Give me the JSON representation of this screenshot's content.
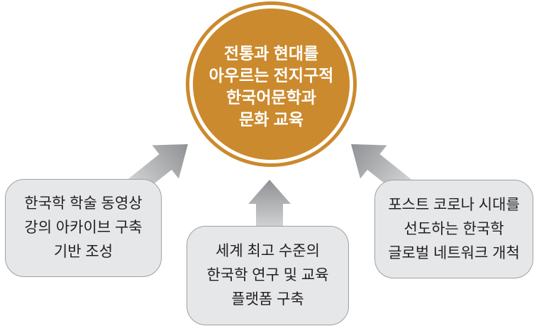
{
  "center_circle": {
    "lines": [
      "전통과 현대를",
      "아우르는 전지구적",
      "한국어문학과",
      "문화 교육"
    ]
  },
  "boxes": {
    "left": {
      "lines": [
        "한국학 학술 동영상",
        "강의 아카이브 구축",
        "기반 조성"
      ]
    },
    "middle": {
      "lines": [
        "세계 최고 수준의",
        "한국학 연구 및 교육",
        "플랫폼 구축"
      ]
    },
    "right": {
      "lines": [
        "포스트 코로나 시대를",
        "선도하는 한국학",
        "글로벌 네트워크 개척"
      ]
    }
  },
  "colors": {
    "circle_orange": "#CB8A2D",
    "circle_inner_ring": "#FFFFFF",
    "box_fill": "#E6E7E8",
    "box_border": "#9EA0A3",
    "arrow_gradient_light": "#D5D6D7",
    "arrow_gradient_dark": "#8F9194",
    "text_dark": "#231F20",
    "text_light": "#FFFFFF"
  }
}
